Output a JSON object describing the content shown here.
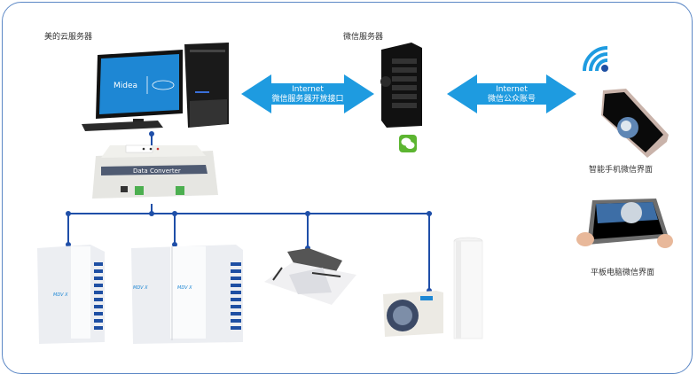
{
  "labels": {
    "cloud_server": "美的云服务器",
    "wechat_server": "微信服务器",
    "smartphone": "智能手机微信界面",
    "tablet": "平板电脑微信界面"
  },
  "arrows": [
    {
      "line1": "Internet",
      "line2": "微信服务器开放接口"
    },
    {
      "line1": "Internet",
      "line2": "微信公众账号"
    }
  ],
  "devices": {
    "monitor_brand": "Midea",
    "converter_label": "Data Converter",
    "vrf_logo": "MDV X"
  },
  "colors": {
    "arrow": "#1e9be0",
    "bus": "#1f4fa8",
    "frame": "#5b87c5",
    "screen": "#1e87d4"
  }
}
